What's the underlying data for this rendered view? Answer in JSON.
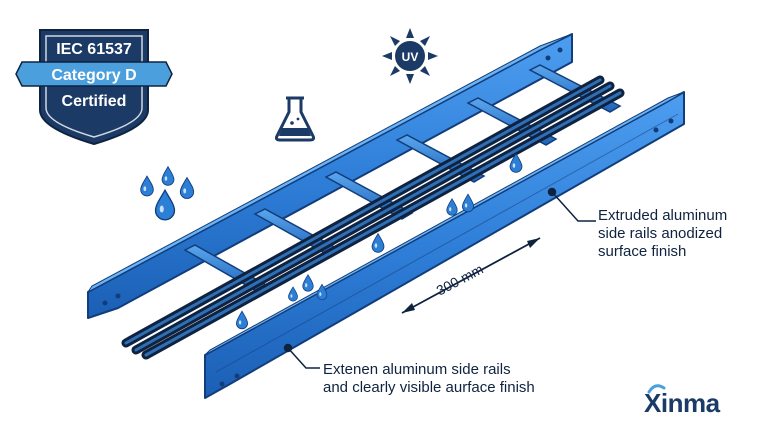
{
  "badge": {
    "line1": "IEC 61537",
    "line2": "Category D",
    "line3": "Certified"
  },
  "icons": {
    "uv": {
      "name": "uv-sun-icon",
      "label": "UV"
    },
    "chemical": {
      "name": "flask-icon"
    },
    "water": {
      "name": "water-drop-icon"
    }
  },
  "dimension": {
    "label": "300 mm"
  },
  "callouts": {
    "top": {
      "line1": "Extruded aluminum",
      "line2": "side rails anodized",
      "line3": "surface finish"
    },
    "bottom": {
      "line1": "Extenen aluminum side rails",
      "line2": "and clearly visible aurface finish"
    }
  },
  "brand": {
    "name": "Xinma"
  },
  "colors": {
    "rail_blue": "#2f7fd9",
    "rail_dark": "#123d7a",
    "badge_navy": "#1b3a66",
    "badge_ribbon": "#4a9fdc",
    "drop_blue": "#2b7fd6",
    "text_dark": "#0f2340"
  }
}
